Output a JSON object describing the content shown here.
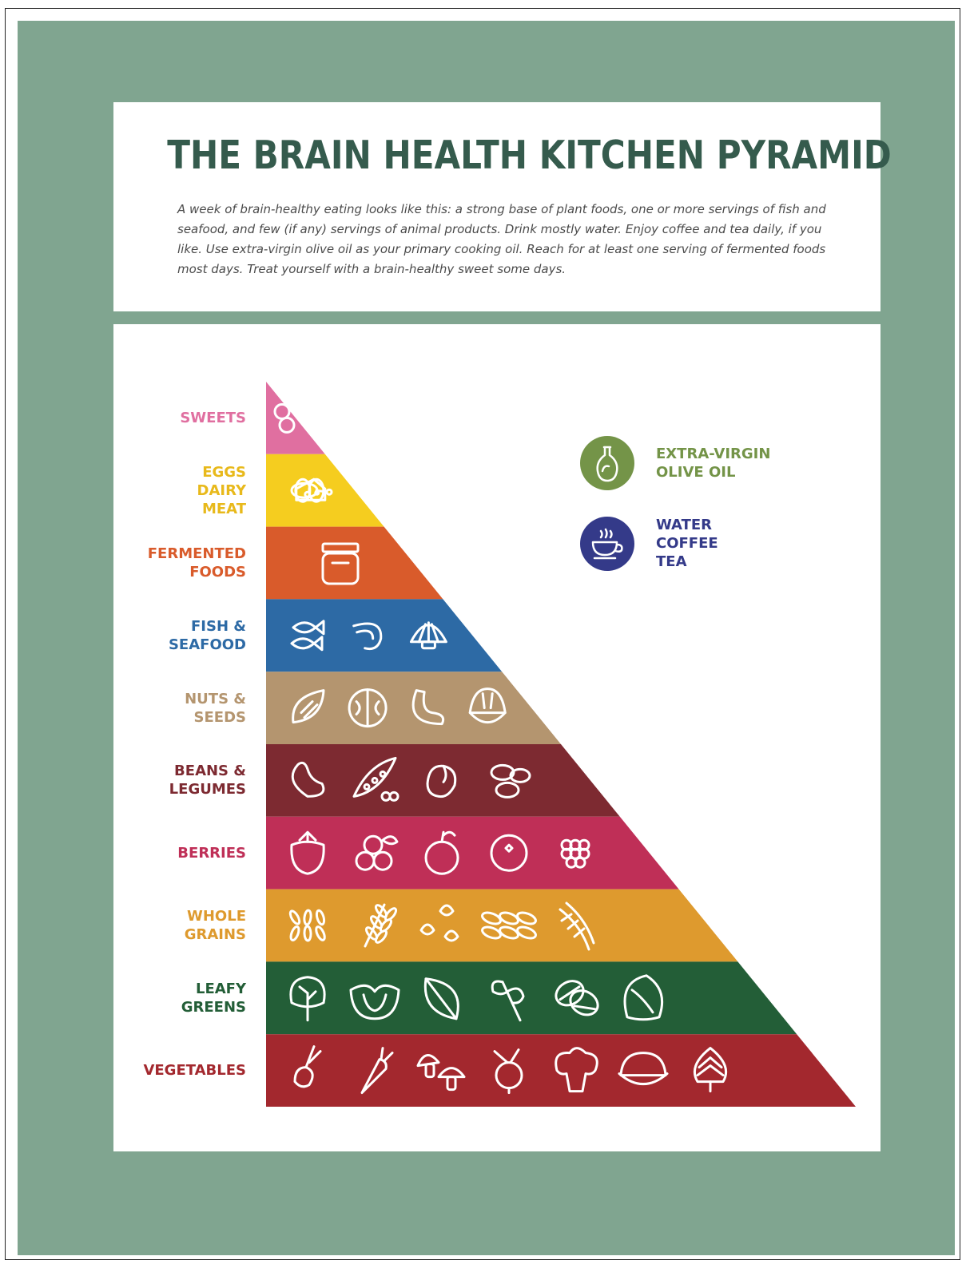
{
  "title": "THE BRAIN HEALTH KITCHEN PYRAMID",
  "intro": "A week of brain-healthy eating looks like this: a strong base of plant foods, one or more servings of fish and seafood, and few (if any) servings of animal products. Drink mostly water. Enjoy coffee and tea daily, if you like. Use extra-virgin olive oil as your primary cooking oil. Reach for at least one serving of fermented foods most days. Treat yourself with a brain-healthy sweet some days.",
  "colors": {
    "background": "#80a590",
    "title": "#355b4d"
  },
  "tiers": [
    {
      "label": "SWEETS",
      "color": "#e06fa0",
      "icons": [
        "cookie-icon"
      ]
    },
    {
      "label": "EGGS\nDAIRY\nMEAT",
      "color": "#f5cd1f",
      "icons": [
        "drumstick-icon",
        "eggs-icon",
        "cheese-icon"
      ]
    },
    {
      "label": "FERMENTED\nFOODS",
      "color": "#d95b2b",
      "icons": [
        "jar-icon"
      ]
    },
    {
      "label": "FISH &\nSEAFOOD",
      "color": "#2d6aa5",
      "icons": [
        "fish-icon",
        "shrimp-icon",
        "shell-icon"
      ]
    },
    {
      "label": "NUTS &\nSEEDS",
      "color": "#b4956f",
      "icons": [
        "almond-icon",
        "walnut-icon",
        "cashew-icon",
        "hazelnut-icon"
      ]
    },
    {
      "label": "BEANS &\nLEGUMES",
      "color": "#7d2a31",
      "icons": [
        "kidney-bean-icon",
        "pea-pod-icon",
        "chickpea-icon",
        "pinto-beans-icon"
      ]
    },
    {
      "label": "BERRIES",
      "color": "#bf2f57",
      "icons": [
        "strawberry-icon",
        "cranberries-icon",
        "cherry-icon",
        "blueberry-icon",
        "raspberry-icon"
      ]
    },
    {
      "label": "WHOLE\nGRAINS",
      "color": "#de9a2e",
      "icons": [
        "rice-icon",
        "wheat-sprig-icon",
        "corn-kernels-icon",
        "oats-icon",
        "wheat-ears-icon"
      ]
    },
    {
      "label": "LEAFY\nGREENS",
      "color": "#235e37",
      "icons": [
        "kale-icon",
        "cabbage-icon",
        "leaf-icon",
        "arugula-icon",
        "spinach-icon",
        "chard-icon"
      ]
    },
    {
      "label": "VEGETABLES",
      "color": "#a3282e",
      "icons": [
        "radish-icon",
        "carrot-icon",
        "mushrooms-icon",
        "beet-icon",
        "broccoli-icon",
        "cauliflower-icon",
        "artichoke-icon"
      ]
    }
  ],
  "legend": [
    {
      "label": "EXTRA-VIRGIN\nOLIVE OIL",
      "color": "#749448",
      "icon": "olive-oil-bottle-icon"
    },
    {
      "label": "WATER\nCOFFEE\nTEA",
      "color": "#343a89",
      "icon": "teacup-icon"
    }
  ]
}
